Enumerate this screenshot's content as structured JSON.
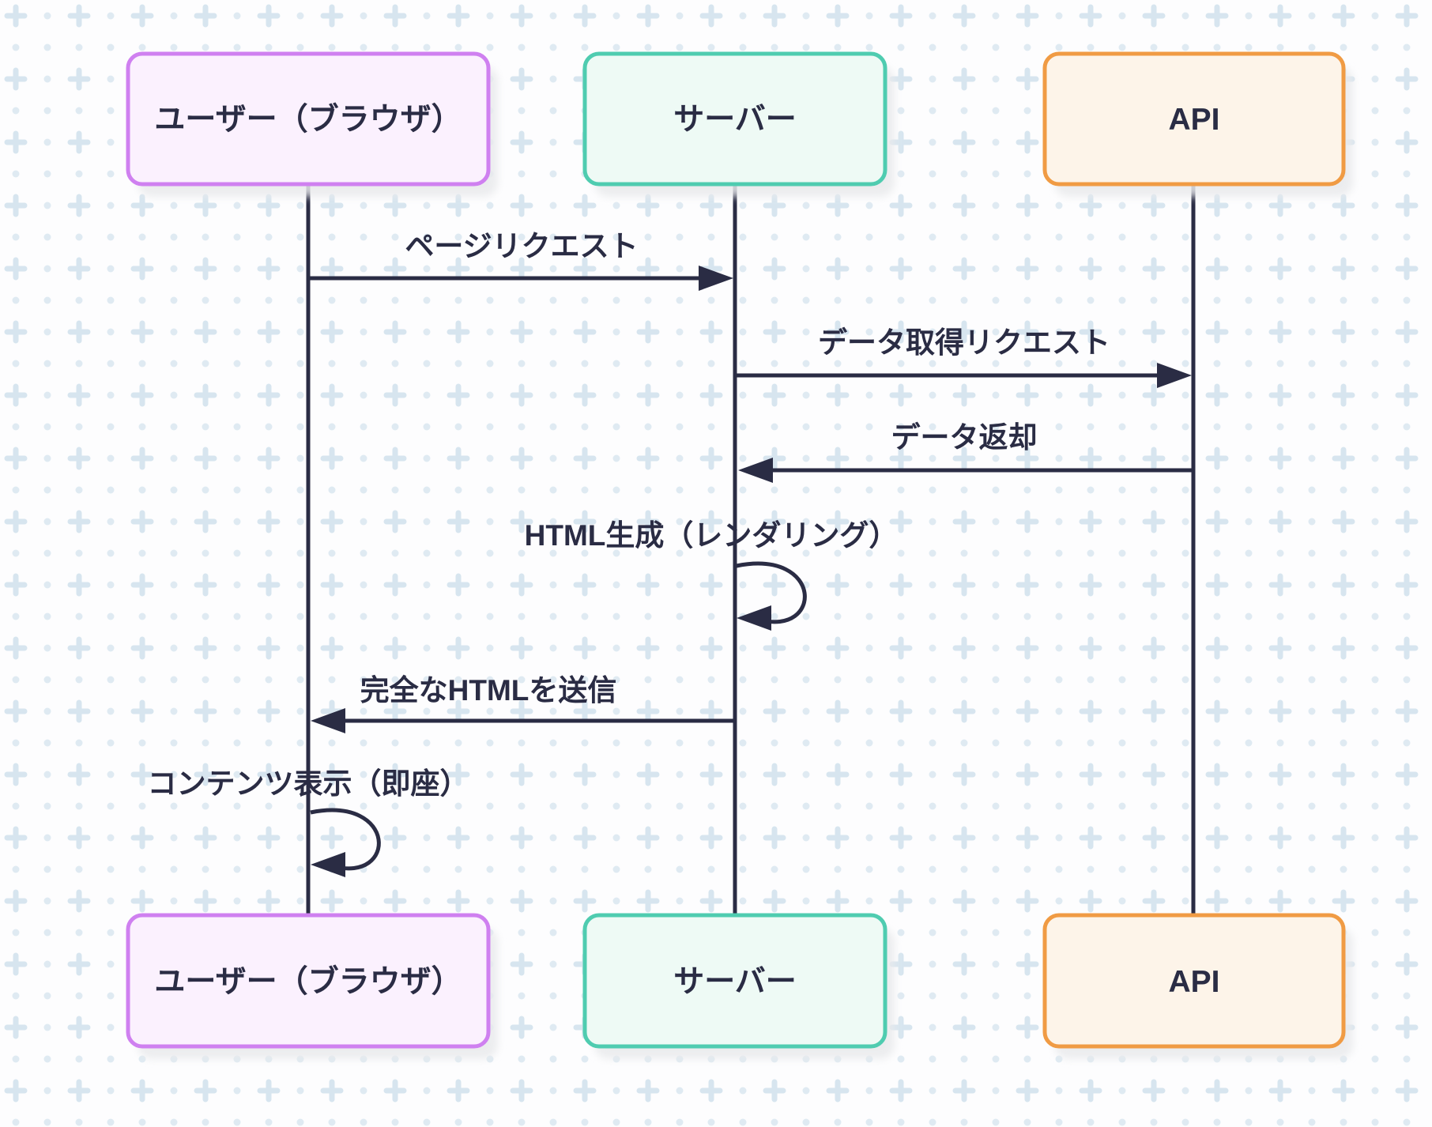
{
  "diagram": {
    "type": "sequence-diagram",
    "actors": [
      {
        "id": "user",
        "label": "ユーザー（ブラウザ）",
        "border_color": "#cf80f0",
        "fill_color": "#fbf1fe"
      },
      {
        "id": "server",
        "label": "サーバー",
        "border_color": "#4fccb0",
        "fill_color": "#eefaf5"
      },
      {
        "id": "api",
        "label": "API",
        "border_color": "#f09b44",
        "fill_color": "#fdf4e9"
      }
    ],
    "messages": [
      {
        "index": 1,
        "from": "user",
        "to": "server",
        "label": "ページリクエスト",
        "kind": "arrow"
      },
      {
        "index": 2,
        "from": "server",
        "to": "api",
        "label": "データ取得リクエスト",
        "kind": "arrow"
      },
      {
        "index": 3,
        "from": "api",
        "to": "server",
        "label": "データ返却",
        "kind": "arrow"
      },
      {
        "index": 4,
        "from": "server",
        "to": "server",
        "label": "HTML生成（レンダリング）",
        "kind": "self-loop"
      },
      {
        "index": 5,
        "from": "server",
        "to": "user",
        "label": "完全なHTMLを送信",
        "kind": "arrow"
      },
      {
        "index": 6,
        "from": "user",
        "to": "user",
        "label": "コンテンツ表示（即座）",
        "kind": "self-loop"
      }
    ],
    "colors": {
      "line": "#2a2c44",
      "text": "#2a2c44",
      "background": "#fdfdfe",
      "grid_plus": "#d7e5ef",
      "grid_dot": "#dfeaf2",
      "box_shadow": "#e9eaec"
    }
  }
}
